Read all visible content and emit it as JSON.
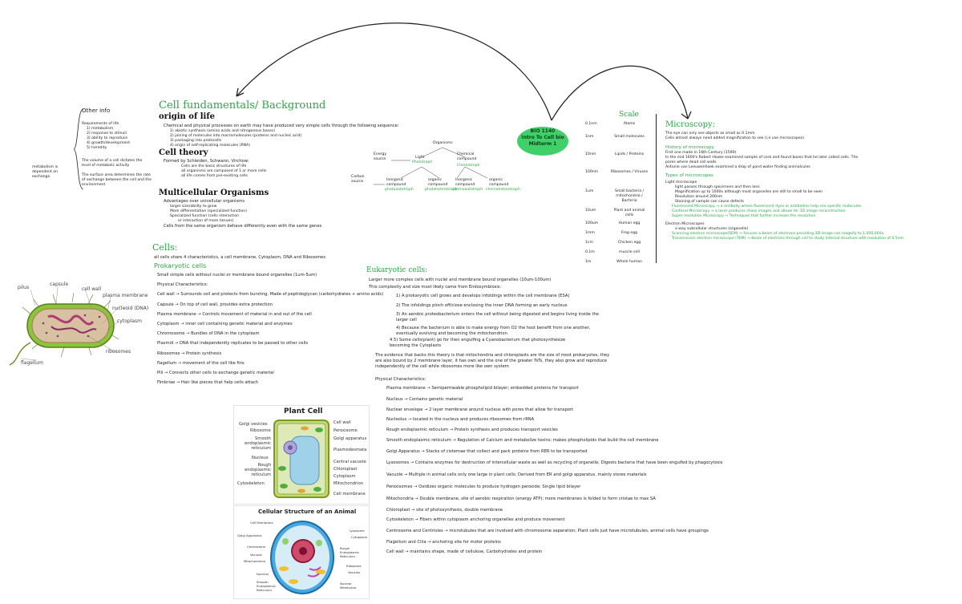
{
  "title_bubble": {
    "line1": "BIO 1140",
    "line2": "Intro To Cell bio",
    "line3": "Midterm 1"
  },
  "other_info": {
    "heading": "Other info",
    "items": [
      "Requirements of life",
      "1) metabolism",
      "2) response to stimuli",
      "3) ability to reproduce",
      "4) growth/development",
      "5) heredity"
    ],
    "volume_note": "The volume of a cell dictates the level of metabolic activity",
    "surface_note": "The surface area determines the rate of exchange between the cell and the environment",
    "side_note": "metabolism is dependent on exchange"
  },
  "cell_fundamentals": {
    "heading": "Cell fundamentals/ Background",
    "origin_heading": "origin of life",
    "origin_lines": [
      "Chemical and physical processes on earth may have produced very simple cells through the following sequence:",
      "1) abiotic synthesis (amino acids and nitrogenous bases)",
      "2) joining of molecules into macromolecules (proteins and nucleic acid)",
      "3) packaging into protocells",
      "4) origin of self-replicating molecules (RNA)"
    ],
    "theory_heading": "Cell theory",
    "theory_lines": [
      "Formed by Schleiden, Schwann, Virchow:",
      "Cells are the basic structures of life",
      "all organisms are composed of 1 or more cells",
      "all life comes from pre-existing cells"
    ],
    "multi_heading": "Multicellular Organisms",
    "multi_lines": [
      "Advantages over unicellular organisms",
      "larger size/ability to grow",
      "More differentiation (specialized function)",
      "Specialized function (cells interaction",
      "or interaction of more tissues)",
      "Cells from the same organism behave differently even with the same genes"
    ]
  },
  "organisms_diagram": {
    "top": "Organisms",
    "energy_source": "Energy source",
    "carbon_source": "Carbon source",
    "light": "Light",
    "light_sub": "Phototroph",
    "chemical": "Chemical compound",
    "chemical_sub": "Chemotroph",
    "leaves": [
      {
        "top": "Inorganic compound",
        "bottom": "photoautotroph"
      },
      {
        "top": "organic compound",
        "bottom": "photoheterotroph"
      },
      {
        "top": "Inorganic compound",
        "bottom": "chemoautotroph"
      },
      {
        "top": "organic compound",
        "bottom": "chemoheterotroph"
      }
    ]
  },
  "cells": {
    "heading": "Cells:",
    "intro": "all cells share 4 characteristics, a cell membrane, Cytoplasm, DNA and Ribosomes",
    "prokaryotic_heading": "Prokaryotic cells",
    "prok_lines": [
      "Small simple cells without nuclei or membrane bound organelles (1um-5um)",
      "Physical Characteristics:",
      "Cell wall → Surrounds cell and protects from bursting. Made of peptidoglycan (carbohydrates + amino acids)",
      "Capsule → On top of cell wall, provides extra protection",
      "Plasma membrane → Controls movement of material in and out of the cell",
      "Cytoplasm → inner cell containing genetic material and enzymes",
      "Chromosome → Bundles of DNA in the cytoplasm",
      "Plasmid → DNA that independently replicates to be passed to other cells",
      "Ribosomes → Protein synthesis",
      "flagellum → movement of the cell like fins",
      "Pili → Connects other cells to exchange genetic material",
      "Fimbriae → Hair like pieces that help cells attach"
    ]
  },
  "bacteria_figure": {
    "labels": [
      "pilus",
      "capsule",
      "cell wall",
      "plasma membrane",
      "nucleoid (DNA)",
      "cytoplasm",
      "ribosomes",
      "flagellum"
    ]
  },
  "eukaryotic": {
    "heading": "Eukaryotic cells:",
    "lines": [
      "Larger more complex cells with nuclei and membrane bound organelles (10um-100um)",
      "This complexity and size most likely came from Endosymbiosis:",
      "1) A prokaryotic cell grows and develops infoldings within the cell membrane (ESA)",
      "2) The infoldings pinch off/close enclosing the inner DNA forming an early nucleus",
      "3) An aerobic proteobacterium enters the cell without being digested and begins living inside the larger cell",
      "4) Because the bacterium is able to make energy from O2 the host benefit from one another, eventually evolving and becoming the mitochondrion",
      "4.5) Some cells(plant) go for then engulfing a Cyanobacterium that photosynthesize becoming the Cyloplasts"
    ],
    "evidence": "The evidence that backs this theory is that mitochondria and chloroplasts are the size of most prokaryotes, they are also bound by 2 membrane layer, it has own and the one of the greater TsTs, they also grow and reproduce independently of the cell while ribosomes more like own system",
    "phys_heading": "Physical Characteristics:",
    "organelles": [
      "Plasma membrane → Semipermeable phospholipid bilayer; embedded proteins for transport",
      "Nucleus → Contains genetic material",
      "Nuclear envelope → 2 layer membrane around nucleus with pores that allow for transport",
      "Nucleolus → located in the nucleus and produces ribosomes from rRNA",
      "Rough endoplasmic reticulum → Protein synthesis and produces transport vesicles",
      "Smooth endoplasmic reticulum → Regulation of Calcium and metabolize toxins; makes phospholipids that build the cell membrane",
      "Golgi Apparatus → Stacks of cisternae that collect and pack proteins from RER to be transported",
      "Lysosomes → Contains enzymes for destruction of intercellular waste as well as recycling of organelle; Digests bacteria that have been engulfed by phagocytosis",
      "Vacuole → Multiple in animal cells only one large in plant cells; Derived from ER and golgi apparatus, mainly stores materials",
      "Peroxisomes → Oxidizes organic molecules to produce hydrogen peroxide; Single lipid bilayer",
      "Mitochondria → Double membrane, site of aerobic respiration (energy ATP); more membranes is folded to form cristae to max SA",
      "Chloroplast → site of photosynthesis, double membrane",
      "Cytoskeleton → Fibers within cytoplasm anchoring organelles and produce movement",
      "Centrosome and Centrioles → microtubules that are involved with chromosome separation; Plant cells just have microtubules, animal cells have groupings",
      "Flagellum and Cilia → anchoring site for motor proteins",
      "Cell wall → maintains shape, made of cellulose, Carbohydrates and protein"
    ]
  },
  "scale": {
    "heading": "Scale",
    "rows": [
      {
        "size": "0.1nm",
        "item": "Atoms"
      },
      {
        "size": "1nm",
        "item": "Small molecules"
      },
      {
        "size": "10nm",
        "item": "Lipids / Proteins"
      },
      {
        "size": "100nm",
        "item": "Ribosomes / Viruses"
      },
      {
        "size": "1um",
        "item": "Small bacteria / mitochondria / Bacteria"
      },
      {
        "size": "10um",
        "item": "Plant and animal cells"
      },
      {
        "size": "100um",
        "item": "Human egg"
      },
      {
        "size": "1mm",
        "item": "Frog egg"
      },
      {
        "size": "1cm",
        "item": "Chicken egg"
      },
      {
        "size": "0.1m",
        "item": "muscle cell"
      },
      {
        "size": "1m",
        "item": "Whole human"
      }
    ]
  },
  "microscopy": {
    "heading": "Microscopy:",
    "intro": [
      "The eye can only see objects as small as 0.1mm",
      "Cells almost always need added magnification to see (i.e use microscopes)"
    ],
    "history_heading": "History of microscopy",
    "history": [
      "First one made in 16th Century (1590)",
      "In the mid 1600's Robert Hooke examined sample of cork and found boxes that he later called cells. The pores where dead cell walls",
      "Antonie van Leeuwenhoek examined a drop of pond water finding animalcules"
    ],
    "types_heading": "Types of microscopes",
    "types": [
      "Light microscope",
      "light passes through specimens and then lens",
      "Magnification up to 1000x although most organelles are still to small to be seen",
      "Resolution around 200nm",
      "Staining of sample can cause defects",
      "Fluorescent Microscopy → a antibody where fluorescent dyes or antibodies help see specific molecules",
      "Confocal Microscopy → a laser produces sharp images and allows for 3D image reconstruction",
      "Super resolution Microscopy → Techniques that further increase the resolution",
      "Electron Microscopes",
      "a way subcellular structures (organelle)",
      "Scanning electron microscope(SEM) → focuses a beam of electrons providing 3D image can magnify to 1,000,000x",
      "Transmission electron microscope (TEM) → Beam of electrons through cell to study internal structure with resolution of 0.5nm"
    ]
  },
  "plant_cell": {
    "title": "Plant Cell",
    "left": [
      "Golgi vesicles",
      "Ribosome",
      "Smooth endoplasmic reticulum",
      "Nucleus",
      "Rough endoplasmic reticulum",
      "Cytoskeleton"
    ],
    "right": [
      "Cell wall",
      "Peroxisome",
      "Golgi apparatus",
      "Plasmodesmata",
      "Central vacuole",
      "Chloroplast",
      "Cytoplasm",
      "Mitochondrion",
      "Cell membrane"
    ]
  },
  "animal_cell": {
    "title": "Cellular Structure of an Animal",
    "left": [
      "Cell Membrane",
      "Golgi Apparatus",
      "Centrosome",
      "Vacuole",
      "Mitochondrion",
      "Nucleus",
      "Smooth Endoplasmic Reticulum"
    ],
    "right": [
      "Lysosome",
      "Cytoplasm",
      "Rough Endoplasmic Reticulum",
      "Ribosome",
      "Vesicles",
      "Nuclear Membrane"
    ]
  }
}
